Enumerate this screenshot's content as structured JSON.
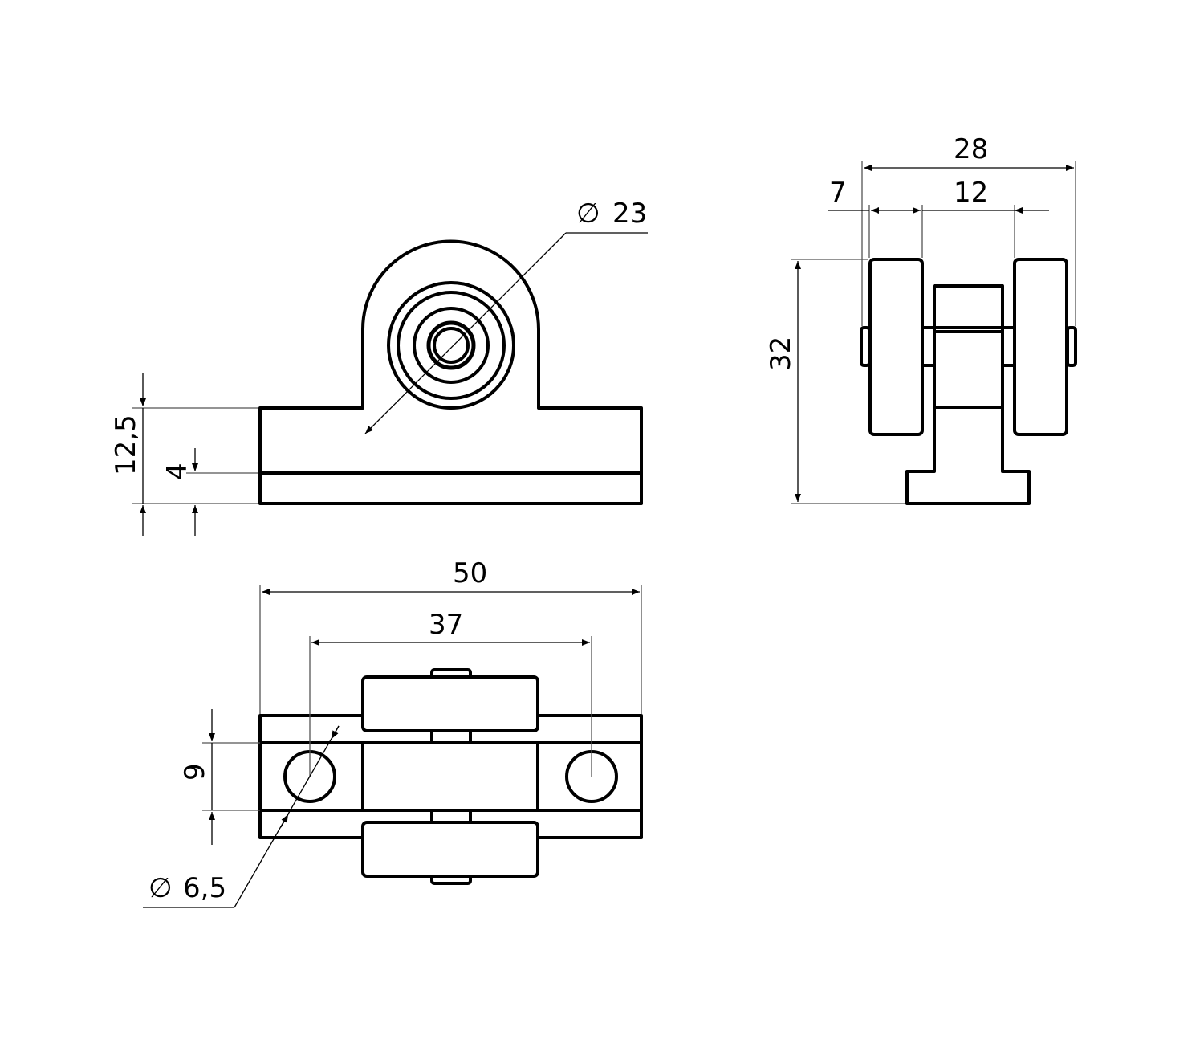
{
  "drawing": {
    "views": [
      "front-view",
      "side-view",
      "top-view"
    ],
    "dimensions": {
      "roller_diameter": "23",
      "diameter_symbol": "∅",
      "overall_width": "28",
      "wheel_width": "7",
      "wheel_spacing": "12",
      "overall_height": "32",
      "base_height": "12,5",
      "base_lip": "4",
      "base_length": "50",
      "hole_spacing": "37",
      "slot_width": "9",
      "hole_diameter": "6,5"
    }
  }
}
